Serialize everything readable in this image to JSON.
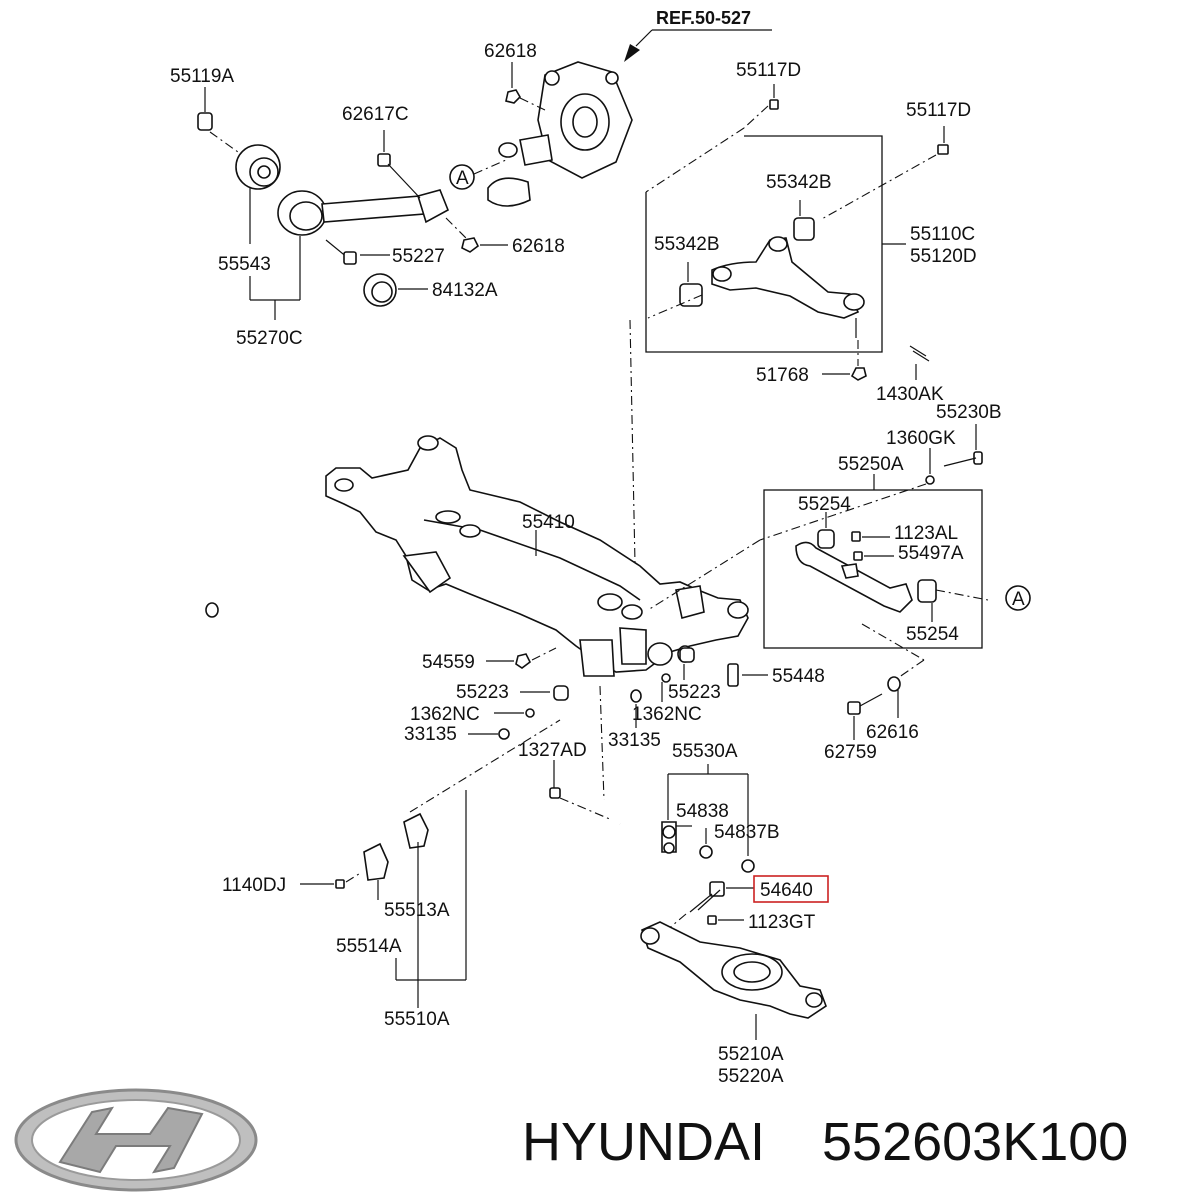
{
  "reference": "REF.50-527",
  "part_labels": {
    "p62618_top": "62618",
    "p55119A": "55119A",
    "p55117D_top": "55117D",
    "p55117D_right": "55117D",
    "p62617C": "62617C",
    "p55342B_right": "55342B",
    "p55110C": "55110C",
    "p55120D": "55120D",
    "p55342B_left": "55342B",
    "p55543": "55543",
    "p55227": "55227",
    "p62618_mid": "62618",
    "p84132A": "84132A",
    "p55270C": "55270C",
    "p51768": "51768",
    "p1430AK": "1430AK",
    "p55230B": "55230B",
    "p1360GK": "1360GK",
    "p55250A": "55250A",
    "p55254_top": "55254",
    "p55410": "55410",
    "p1123AL": "1123AL",
    "p55497A": "55497A",
    "p55254_bottom": "55254",
    "p54559": "54559",
    "p55448": "55448",
    "p55223_left": "55223",
    "p55223_right": "55223",
    "p1362NC_left": "1362NC",
    "p1362NC_right": "1362NC",
    "p62616": "62616",
    "p33135_left": "33135",
    "p33135_right": "33135",
    "p62759": "62759",
    "p1327AD": "1327AD",
    "p55530A": "55530A",
    "p54838": "54838",
    "p54837B": "54837B",
    "p54640": "54640",
    "p1140DJ": "1140DJ",
    "p1123GT": "1123GT",
    "p55513A": "55513A",
    "p55514A": "55514A",
    "p55510A": "55510A",
    "p55210A": "55210A",
    "p55220A": "55220A"
  },
  "callouts": {
    "a_left": "A",
    "a_right": "A"
  },
  "highlight_color": "#cc2222",
  "brand_logo": "hyundai-logo",
  "footer": {
    "brand": "HYUNDAI",
    "part_number": "552603K100"
  }
}
